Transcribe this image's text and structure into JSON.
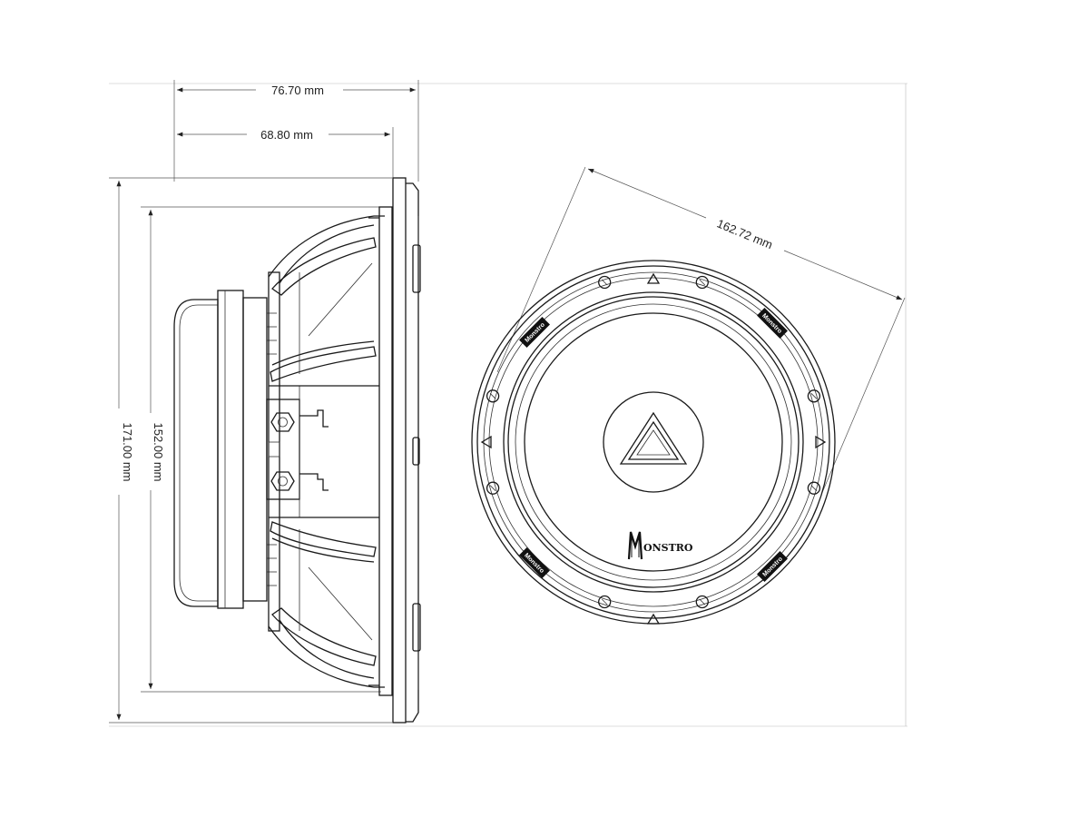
{
  "dimensions": {
    "overall_depth": "76.70 mm",
    "frame_depth": "68.80 mm",
    "overall_diameter": "171.00 mm",
    "cone_diameter": "152.00 mm",
    "mounting_diagonal": "162.72 mm"
  },
  "front_view": {
    "logo_text": "ONSTRO",
    "logo_initial": "M",
    "rim_badges": [
      "Monstro",
      "Monstro",
      "Monstro",
      "Monstro"
    ]
  },
  "colors": {
    "line": "#1a1a1a",
    "dimension": "#555555",
    "background": "#ffffff"
  }
}
